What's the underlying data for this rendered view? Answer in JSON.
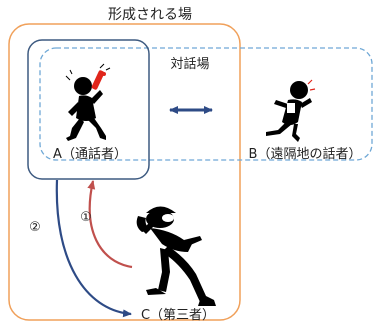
{
  "labels": {
    "formed_field": "形成される場",
    "dialogue_field": "対話場",
    "person_a": "A（通話者）",
    "person_b": "B（遠隔地の話者）",
    "person_c": "C（第三者）",
    "step_1": "①",
    "step_2": "②"
  },
  "colors": {
    "formed_field_border": "#f0a05a",
    "box_a_border": "#3d5a80",
    "dialogue_field_border": "#6fa8d6",
    "arrow_two_way": "#2e4b86",
    "arrow_step_1": "#c0504d",
    "arrow_step_2": "#2e4b86",
    "figure": "#000000",
    "phone": "#e0251b"
  },
  "icons": {
    "person_a": "person-on-phone-icon",
    "person_b": "remote-speaker-icon",
    "person_c": "eavesdropper-icon"
  }
}
